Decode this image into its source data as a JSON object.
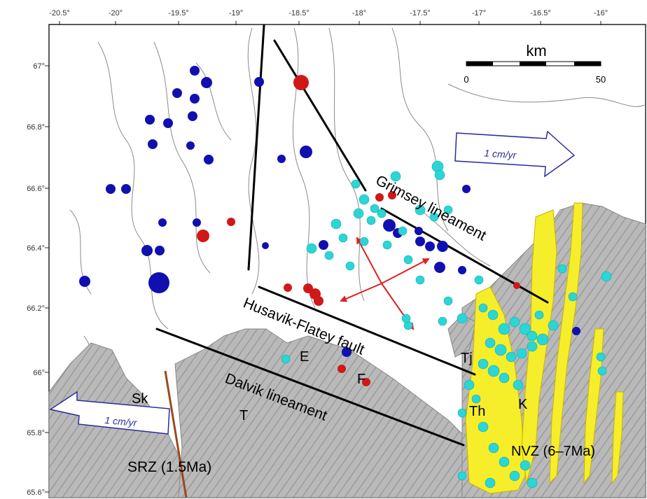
{
  "map": {
    "lon_ticks": [
      "-20.5°",
      "-20°",
      "-19.5°",
      "-19°",
      "-18.5°",
      "-18°",
      "-17.5°",
      "-17°",
      "-16.5°",
      "-16°"
    ],
    "lat_ticks": [
      "67°",
      "66.8°",
      "66.6°",
      "66.4°",
      "66.2°",
      "66°",
      "65.8°",
      "65.6°"
    ],
    "scale_bar": {
      "unit": "km",
      "start": "0",
      "end": "50"
    },
    "arrows": {
      "east": "1 cm/yr",
      "west": "1 cm/yr"
    },
    "features": {
      "grimsey": "Grimsey lineament",
      "husavik": "Husavik-Flatey fault",
      "dalvik": "Dalvik lineament",
      "srz": "SRZ (1.5Ma)",
      "nvz": "NVZ (6–7Ma)"
    },
    "places": {
      "tj": "Tj",
      "th": "Th",
      "k": "K",
      "e": "E",
      "f": "F",
      "sk": "Sk",
      "t": "T"
    },
    "colors": {
      "blue_events": "#1010b0",
      "red_events": "#d01818",
      "cyan_events": "#2ad6d6",
      "rift_fill": "#f6ee2a",
      "land": "#b9b9b9",
      "arrow": "#2a2aa0",
      "strain_arrows": "#e02020",
      "fault_lines": "#000000",
      "srz_line": "#9b4a1c"
    }
  }
}
